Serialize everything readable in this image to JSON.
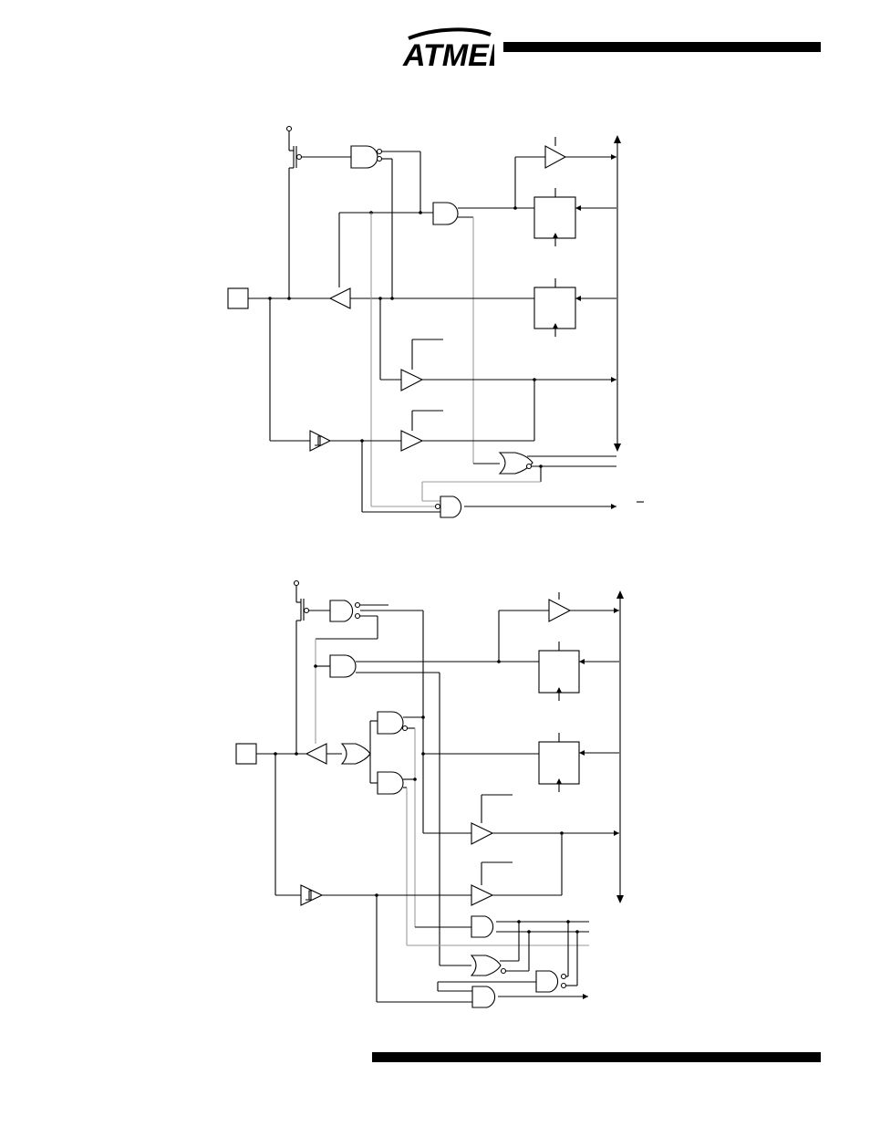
{
  "logo": {
    "text": "ATMEL",
    "icon": "atmel-logo"
  },
  "figures": [
    {
      "id": "upper-pin-schematic",
      "icon": "port-pin-logic-schematic"
    },
    {
      "id": "lower-pin-schematic",
      "icon": "port-pin-logic-schematic"
    }
  ],
  "colors": {
    "wire": "#000000",
    "gray_wire": "#9a9a9a",
    "bar": "#000000"
  }
}
